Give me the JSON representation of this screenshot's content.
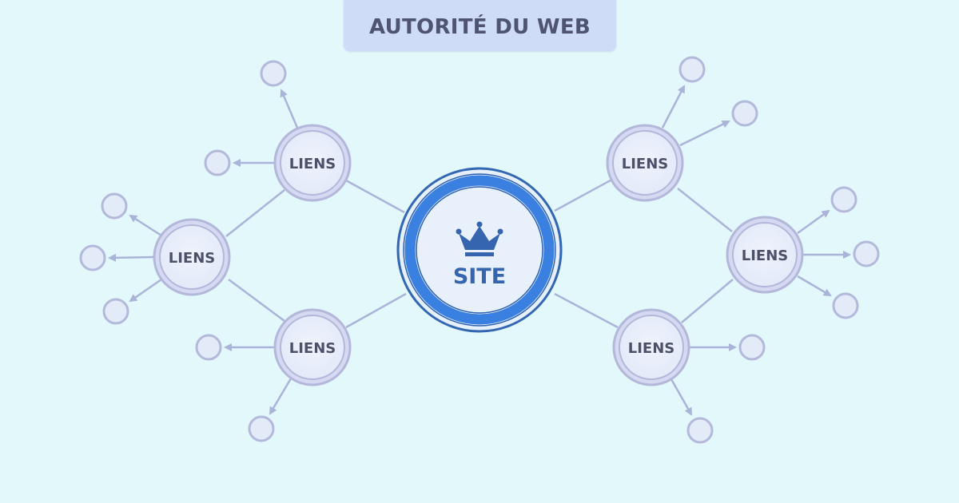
{
  "title": "AUTORITÉ DU WEB",
  "center_node": {
    "label": "SITE",
    "icon": "crown-icon",
    "colors": {
      "ring": "#3b82e0",
      "outline": "#3467b2",
      "fill": "#e8f1fb",
      "text": "#3565ae"
    }
  },
  "link_nodes": [
    {
      "id": "top-left",
      "label": "LIENS",
      "leaves": 2
    },
    {
      "id": "left",
      "label": "LIENS",
      "leaves": 3
    },
    {
      "id": "bottom-left",
      "label": "LIENS",
      "leaves": 2
    },
    {
      "id": "top-right",
      "label": "LIENS",
      "leaves": 2
    },
    {
      "id": "right",
      "label": "LIENS",
      "leaves": 3
    },
    {
      "id": "bottom-right",
      "label": "LIENS",
      "leaves": 2
    }
  ],
  "colors": {
    "background": "#e3f8fb",
    "title_box": "#cfdcf8",
    "title_text": "#4f5472",
    "node_ring": "#b9bde3",
    "node_fill": "#e6edf9",
    "connector": "#aab3d8",
    "node_text": "#4c5068"
  }
}
